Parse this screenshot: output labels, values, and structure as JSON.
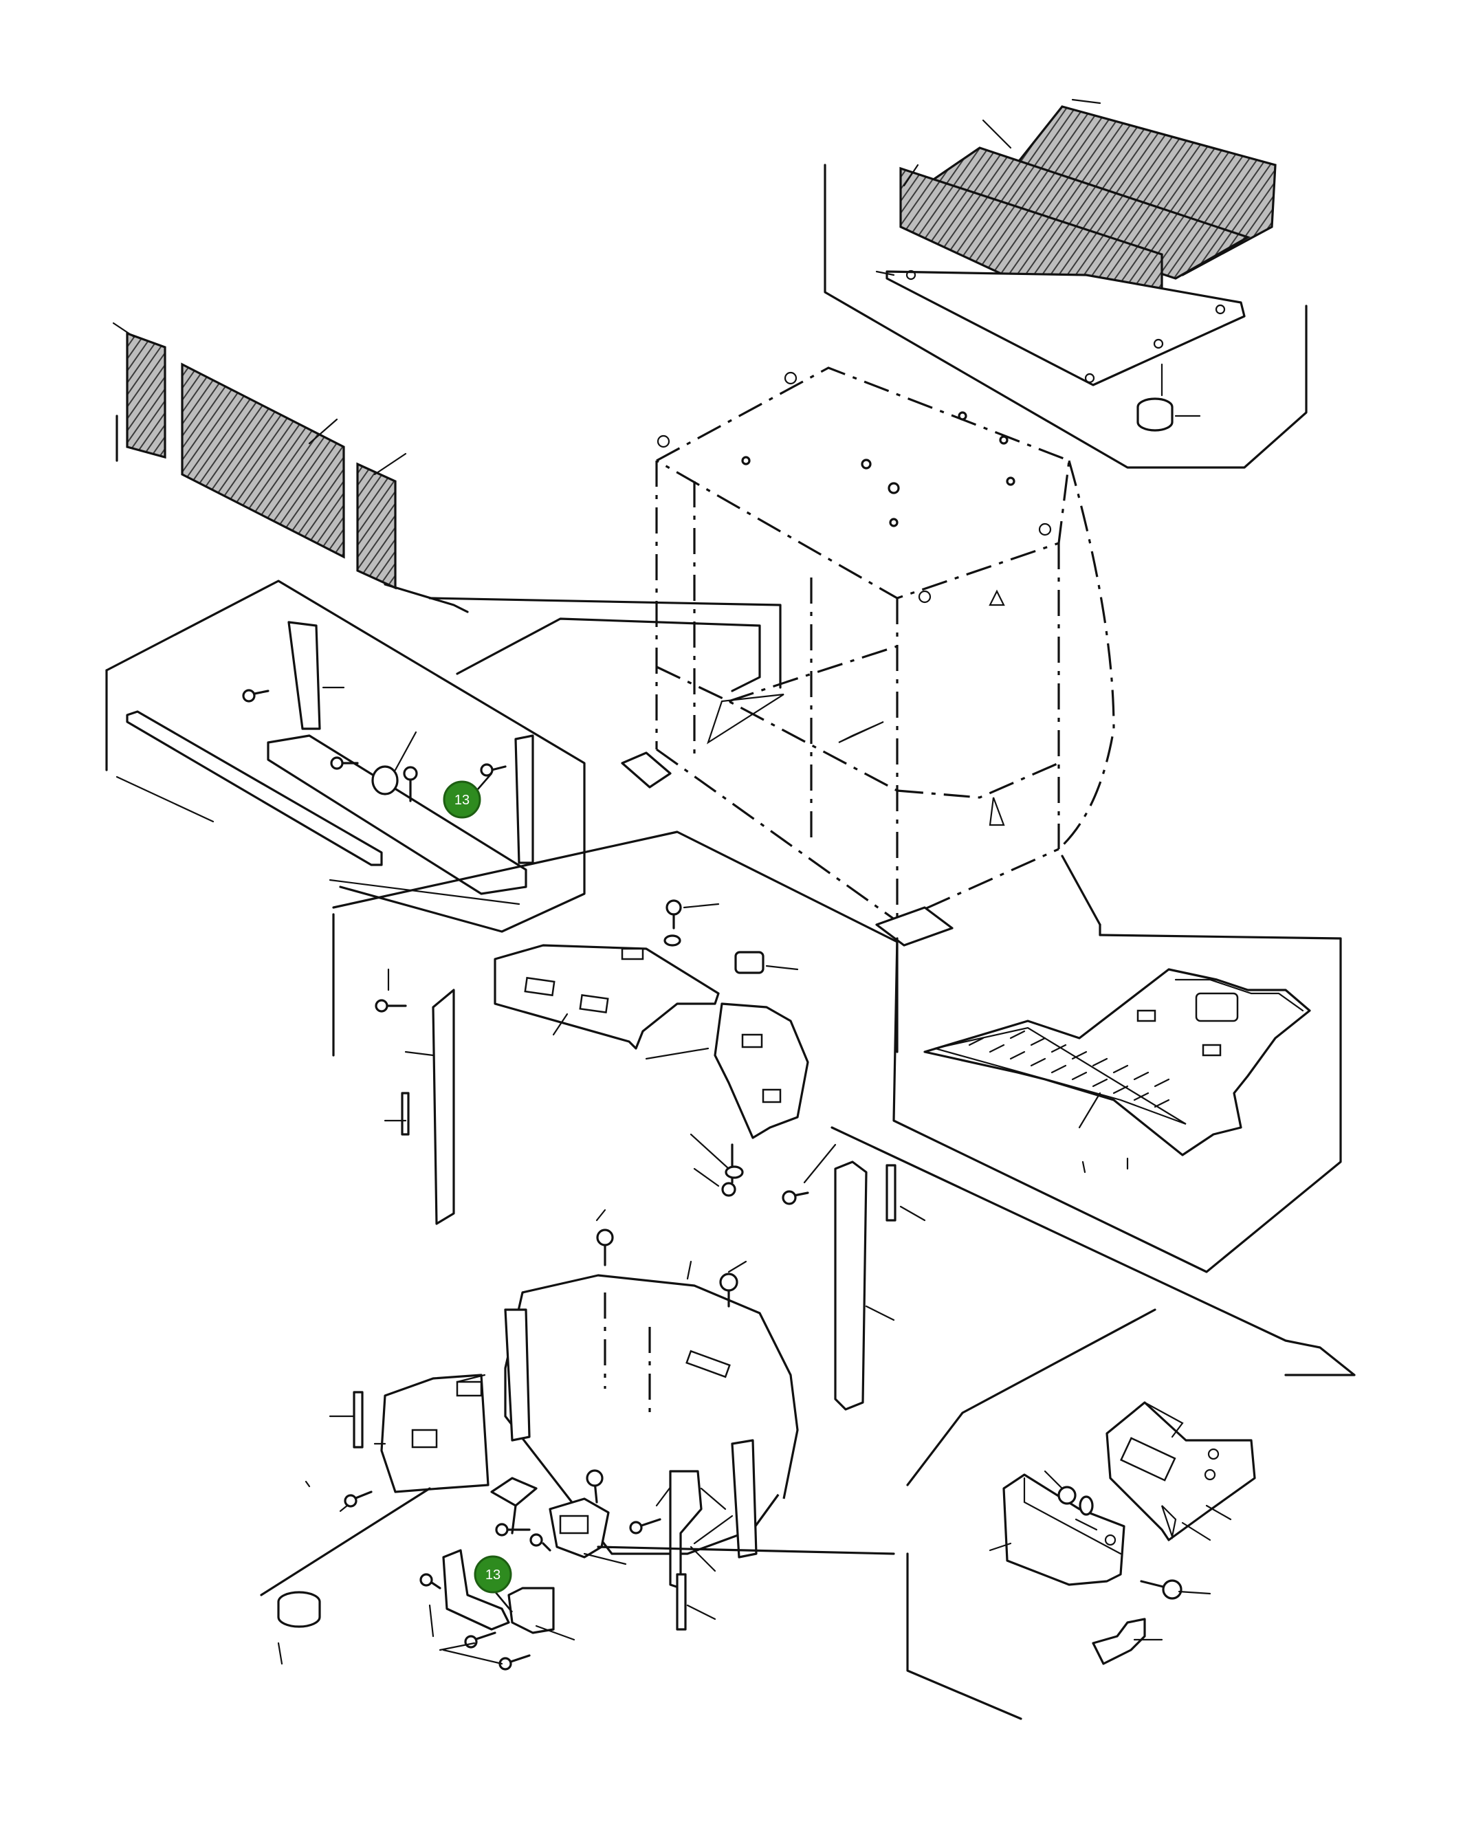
{
  "callouts": [
    {
      "id": "callout-upper",
      "label": "13"
    },
    {
      "id": "callout-lower",
      "label": "13"
    }
  ],
  "colors": {
    "callout_fill": "#2e8b1f",
    "line": "#111111",
    "background": "#ffffff"
  }
}
